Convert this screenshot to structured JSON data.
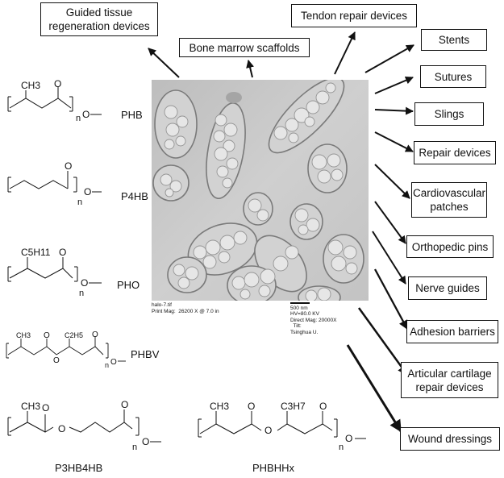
{
  "applications": [
    {
      "label": "Guided tissue\nregeneration devices"
    },
    {
      "label": "Bone marrow scaffolds"
    },
    {
      "label": "Tendon repair devices"
    },
    {
      "label": "Stents"
    },
    {
      "label": "Sutures"
    },
    {
      "label": "Slings"
    },
    {
      "label": "Repair devices"
    },
    {
      "label": "Cardiovascular\npatches"
    },
    {
      "label": "Orthopedic pins"
    },
    {
      "label": "Nerve guides"
    },
    {
      "label": "Adhesion barriers"
    },
    {
      "label": "Articular cartilage\nrepair devices"
    },
    {
      "label": "Wound dressings"
    }
  ],
  "polymers": [
    {
      "name": "PHB",
      "substituent": "CH3"
    },
    {
      "name": "P4HB"
    },
    {
      "name": "PHO",
      "substituent": "C5H11"
    },
    {
      "name": "PHBV",
      "substituents": [
        "CH3",
        "C2H5"
      ]
    },
    {
      "name": "P3HB4HB",
      "substituent": "CH3"
    },
    {
      "name": "PHBHHx",
      "substituents": [
        "CH3",
        "C3H7"
      ]
    }
  ],
  "structure_labels": {
    "repeat": "n",
    "oxygen": "O"
  },
  "micrograph": {
    "caption_left": "halo-7.tif\nPrint Mag:  26200 X @ 7.0 in",
    "scale_label": "500 nm",
    "caption_right": "HV=80.0 KV\nDirect Mag: 20000X\n  Tilt:\nTsinghua U."
  },
  "colors": {
    "line": "#111111",
    "micrograph_bg": "#c9c9c9",
    "granule": "#dcdcdc",
    "cell_wall": "#7a7a7a"
  }
}
